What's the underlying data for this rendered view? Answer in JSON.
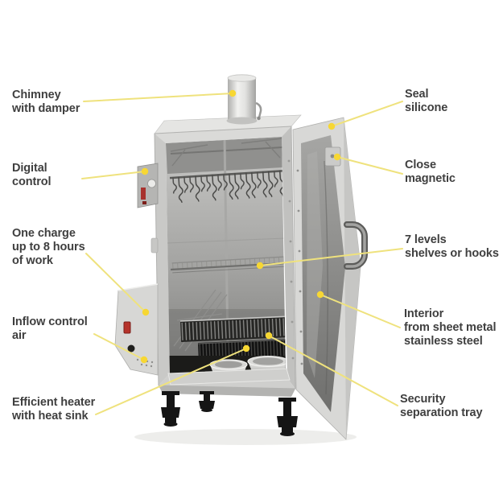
{
  "colors": {
    "background": "#ffffff",
    "text": "#3f3f3f",
    "callout_line": "#efe27d",
    "callout_dot": "#f7d733"
  },
  "features": [
    {
      "id": "chimney",
      "side": "left",
      "label": "Chimney\nwith damper"
    },
    {
      "id": "digital-control",
      "side": "left",
      "label": "Digital\ncontrol"
    },
    {
      "id": "one-charge",
      "side": "left",
      "label": "One charge\nup to 8 hours\nof work"
    },
    {
      "id": "inflow-control",
      "side": "left",
      "label": "Inflow control\nair"
    },
    {
      "id": "efficient-heater",
      "side": "left",
      "label": "Efficient heater\nwith heat sink"
    },
    {
      "id": "seal-silicone",
      "side": "right",
      "label": "Seal\nsilicone"
    },
    {
      "id": "close-magnetic",
      "side": "right",
      "label": "Close\nmagnetic"
    },
    {
      "id": "seven-levels",
      "side": "right",
      "label": "7 levels\nshelves or hooks"
    },
    {
      "id": "interior",
      "side": "right",
      "label": "Interior\nfrom sheet metal\nstainless steel"
    },
    {
      "id": "security-tray",
      "side": "right",
      "label": "Security\nseparation tray"
    }
  ]
}
